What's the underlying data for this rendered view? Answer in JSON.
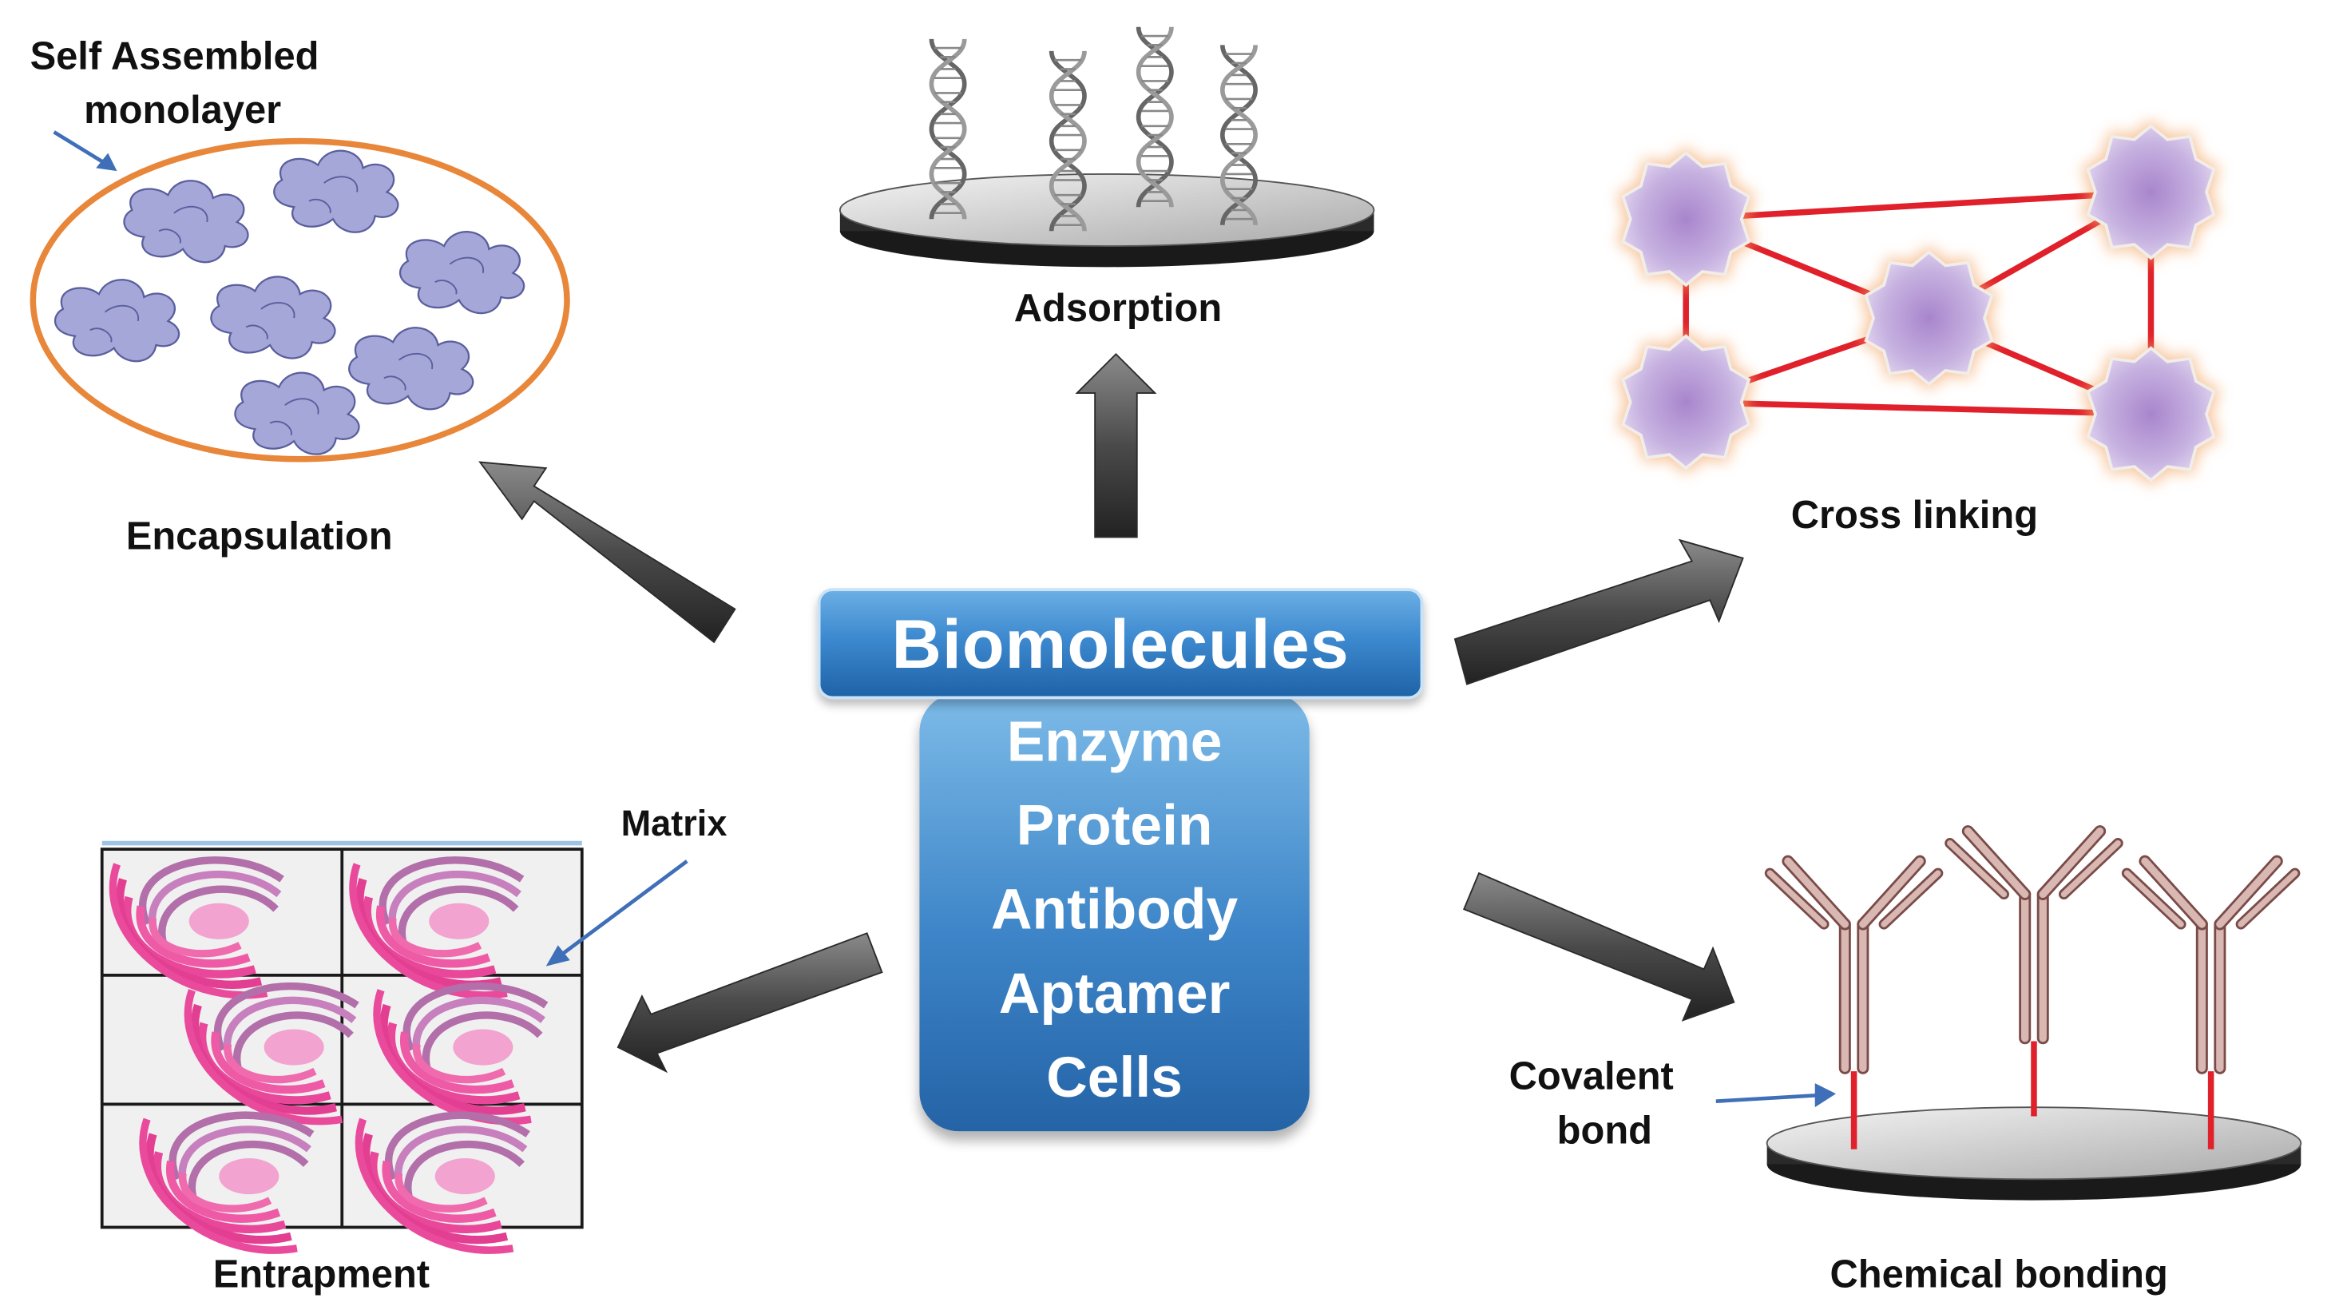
{
  "center": {
    "title": "Biomolecules",
    "items": [
      "Enzyme",
      "Protein",
      "Antibody",
      "Aptamer",
      "Cells"
    ]
  },
  "methods": {
    "encapsulation": {
      "label": "Encapsulation",
      "note_line1": "Self Assembled",
      "note_line2": "monolayer"
    },
    "adsorption": {
      "label": "Adsorption"
    },
    "cross_linking": {
      "label": "Cross linking"
    },
    "entrapment": {
      "label": "Entrapment",
      "note": "Matrix"
    },
    "chemical_bonding": {
      "label": "Chemical bonding",
      "note_line1": "Covalent",
      "note_line2": "bond"
    }
  },
  "colors": {
    "monolayer_border": "#e8863a",
    "enzyme_blob": "#a4a7d8",
    "link": "#e0202a",
    "cell": "#b9a0d8",
    "arrow": "#4d4d4d",
    "center_blue": "#2f78c2",
    "antibody": "#c9a09a"
  }
}
